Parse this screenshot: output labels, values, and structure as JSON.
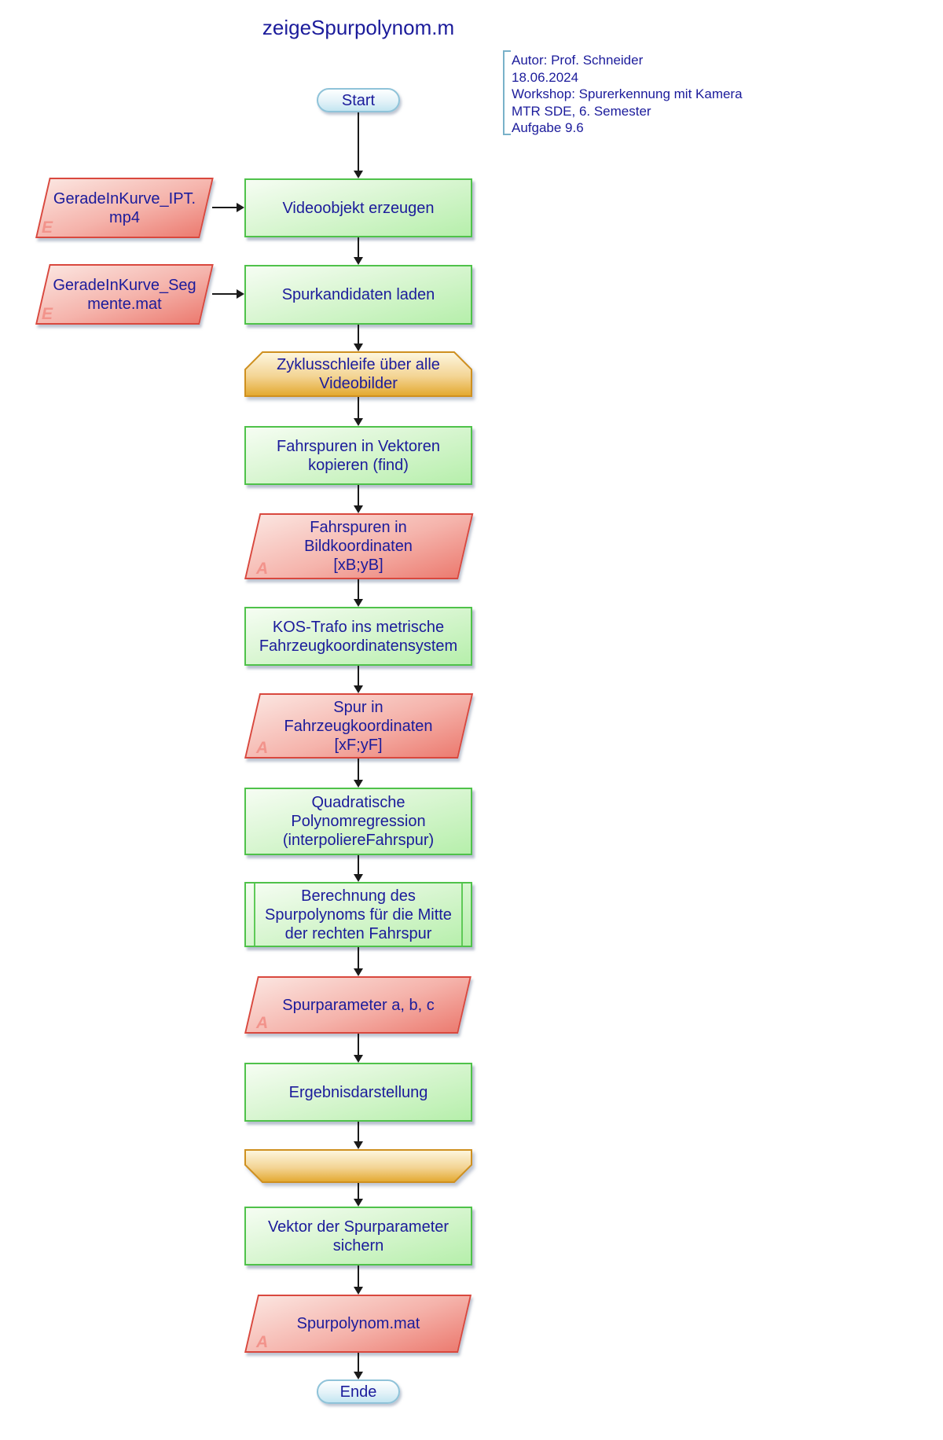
{
  "title": "zeigeSpurpolynom.m",
  "info_box": {
    "lines": [
      "Autor: Prof. Schneider",
      "18.06.2024",
      "Workshop: Spurerkennung mit Kamera",
      "MTR SDE, 6. Semester",
      "Aufgabe 9.6"
    ]
  },
  "colors": {
    "text_navy": "#1b1b9b",
    "process_fill": "#c9f3c0",
    "process_border": "#4fc24a",
    "data_fill": "#f2a79e",
    "data_border": "#d9483e",
    "loop_fill": "#f0cd84",
    "loop_border": "#cf9020",
    "terminal_fill": "#d4ebf5",
    "terminal_border": "#8fc3d9",
    "tag_letter": "#f2938b",
    "arrow": "#1a1a1a"
  },
  "flow": {
    "start": "Start",
    "end": "Ende",
    "inputs": [
      {
        "tag": "E",
        "label": "GeradeInKurve_IPT.\nmp4"
      },
      {
        "tag": "E",
        "label": "GeradeInKurve_Seg\nmente.mat"
      }
    ],
    "steps": [
      {
        "type": "process",
        "label": "Videoobjekt erzeugen"
      },
      {
        "type": "process",
        "label": "Spurkandidaten laden"
      },
      {
        "type": "loop_begin",
        "label": "Zyklusschleife über alle\nVideobilder"
      },
      {
        "type": "process",
        "label": "Fahrspuren in Vektoren\nkopieren (find)"
      },
      {
        "type": "data",
        "tag": "A",
        "label": "Fahrspuren in\nBildkoordinaten\n[xB;yB]"
      },
      {
        "type": "process",
        "label": "KOS-Trafo ins metrische\nFahrzeugkoordinatensystem"
      },
      {
        "type": "data",
        "tag": "A",
        "label": "Spur in\nFahrzeugkoordinaten\n[xF;yF]"
      },
      {
        "type": "process",
        "label": "Quadratische\nPolynomregression\n(interpoliereFahrspur)"
      },
      {
        "type": "subroutine",
        "label": "Berechnung des\nSpurpolynoms für die Mitte\nder rechten Fahrspur"
      },
      {
        "type": "data",
        "tag": "A",
        "label": "Spurparameter a, b, c"
      },
      {
        "type": "process",
        "label": "Ergebnisdarstellung"
      },
      {
        "type": "loop_end",
        "label": ""
      },
      {
        "type": "process",
        "label": "Vektor der Spurparameter\nsichern"
      },
      {
        "type": "data",
        "tag": "A",
        "label": "Spurpolynom.mat"
      }
    ]
  }
}
